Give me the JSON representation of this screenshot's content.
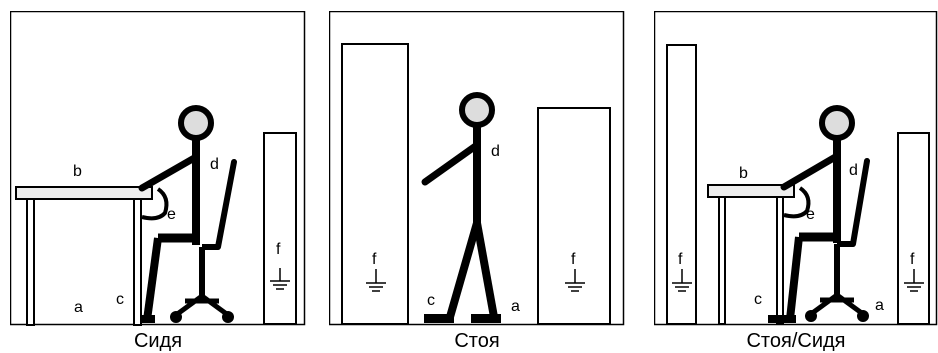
{
  "panels": [
    {
      "caption": "Сидя",
      "labels": {
        "a": "a",
        "b": "b",
        "c": "c",
        "d": "d",
        "e": "e",
        "f": "f"
      }
    },
    {
      "caption": "Стоя",
      "labels": {
        "c": "c",
        "d": "d",
        "a": "a",
        "f1": "f",
        "f2": "f"
      }
    },
    {
      "caption": "Стоя/Сидя",
      "labels": {
        "b": "b",
        "c": "c",
        "d": "d",
        "e": "e",
        "a": "a",
        "f1": "f",
        "f2": "f"
      }
    }
  ]
}
